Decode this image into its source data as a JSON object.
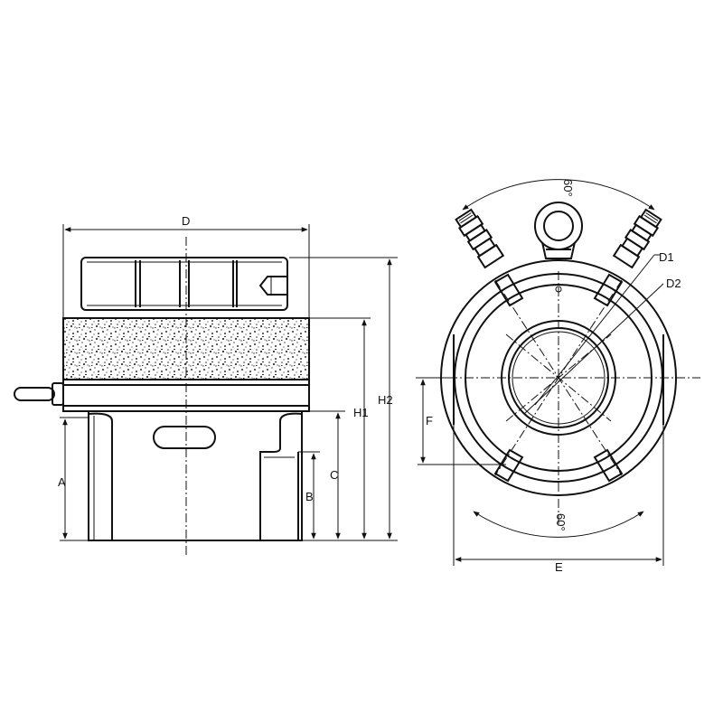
{
  "side_view": {
    "labels": {
      "D": "D",
      "H1": "H1",
      "H2": "H2",
      "A": "A",
      "B": "B",
      "C": "C"
    }
  },
  "front_view": {
    "labels": {
      "D1": "D1",
      "D2": "D2",
      "E": "E",
      "F": "F",
      "angle_top": "60°",
      "angle_bottom": "60°"
    }
  }
}
